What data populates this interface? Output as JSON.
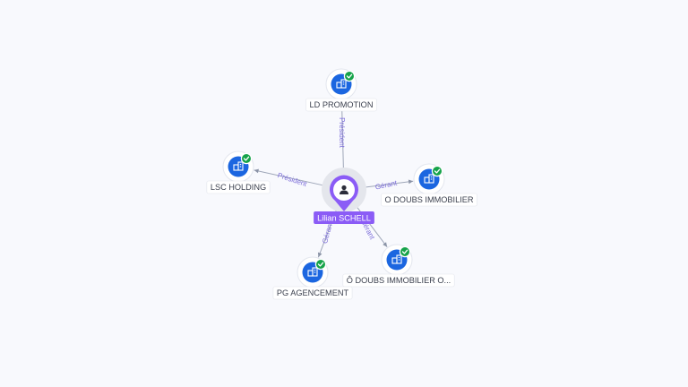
{
  "person": {
    "name": "Lilian SCHELL",
    "icon": "person-icon",
    "color": "#8b5cf6"
  },
  "companies": [
    {
      "key": "ld-promotion",
      "name": "LD PROMOTION",
      "role": "Président",
      "verified": true
    },
    {
      "key": "lsc-holding",
      "name": "LSC HOLDING",
      "role": "Président",
      "verified": true
    },
    {
      "key": "o-doubs-immobilier",
      "name": "O DOUBS IMMOBILIER",
      "role": "Gérant",
      "verified": true
    },
    {
      "key": "o-doubs-immobilier-o",
      "name": "Ô DOUBS IMMOBILIER O...",
      "role": "Gérant",
      "verified": true
    },
    {
      "key": "pg-agencement",
      "name": "PG AGENCEMENT",
      "role": "Gérant",
      "verified": true
    }
  ],
  "colors": {
    "company_node": "#1b66e0",
    "verified_badge": "#16a34a",
    "edge_label": "#7b6cd9"
  }
}
